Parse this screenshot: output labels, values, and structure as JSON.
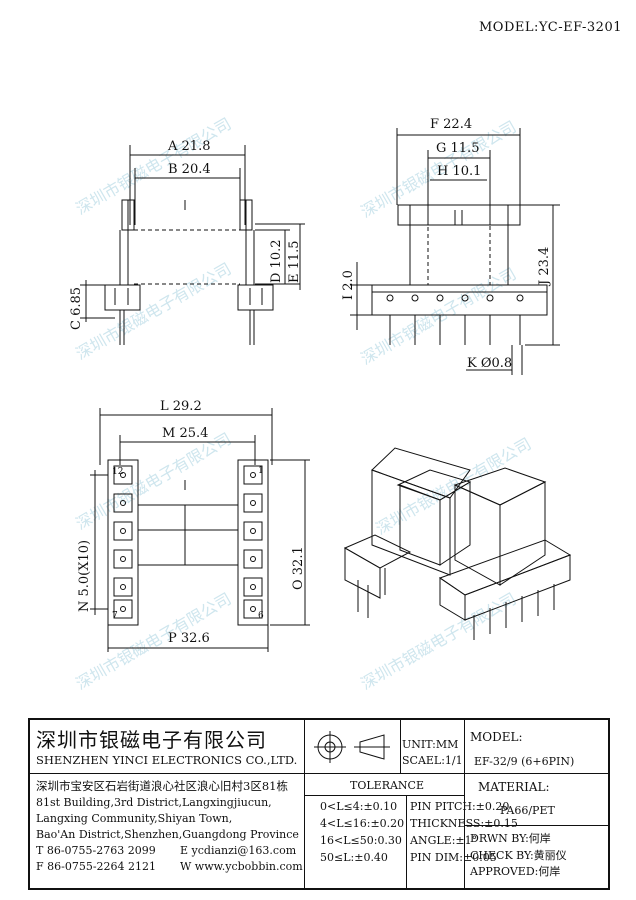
{
  "header": {
    "model": "MODEL:YC-EF-3201"
  },
  "watermark": "深圳市银磁电子有限公司",
  "dimensions": {
    "a": "A 21.8",
    "b": "B 20.4",
    "c": "C 6.85",
    "d": "D 10.2",
    "e": "E 11.5",
    "f": "F 22.4",
    "g": "G 11.5",
    "h": "H 10.1",
    "i": "I 2.0",
    "j": "J 23.4",
    "k": "K Ø0.8",
    "l": "L 29.2",
    "m": "M 25.4",
    "n": "N 5.0(X10)",
    "o": "O 32.1",
    "p": "P 32.6",
    "pin12": "12",
    "pin1": "1",
    "pin7": "7",
    "pin6": "6"
  },
  "company": {
    "name_cn": "深圳市银磁电子有限公司",
    "name_en": "SHENZHEN YINCI ELECTRONICS CO.,LTD.",
    "address_cn": "深圳市宝安区石岩街道浪心社区浪心旧村3区81栋",
    "address_en_1": "81st Building,3rd District,Langxingjiucun,",
    "address_en_2": "Langxing Community,Shiyan Town,",
    "address_en_3": "Bao'An District,Shenzhen,Guangdong Province",
    "tel": "T 86-0755-2763 2099",
    "fax": "F 86-0755-2264 2121",
    "email": "E ycdianzi@163.com",
    "web": "W www.ycbobbin.com"
  },
  "units": {
    "unit": "UNIT:MM",
    "scale": "SCAEL:1/1"
  },
  "model_info": {
    "label": "MODEL:",
    "value": "EF-32/9 (6+6PIN)"
  },
  "material": {
    "label": "MATERIAL:",
    "value": "PA66/PET"
  },
  "tolerance": {
    "title": "TOLERANCE",
    "rows": [
      "0<L≤4:±0.10",
      "4<L≤16:±0.20",
      "16<L≤50:0.30",
      "50≤L:±0.40"
    ],
    "pin": [
      "PIN PITCH:±0.20",
      "THICKNESS:±0.15",
      "ANGLE:±1°",
      "PIN DIM:±0.05"
    ]
  },
  "signoff": {
    "drawn": "DRWN BY:何岸",
    "check": "CHECK BY:黄丽仪",
    "approved": "APPROVED:何岸"
  }
}
